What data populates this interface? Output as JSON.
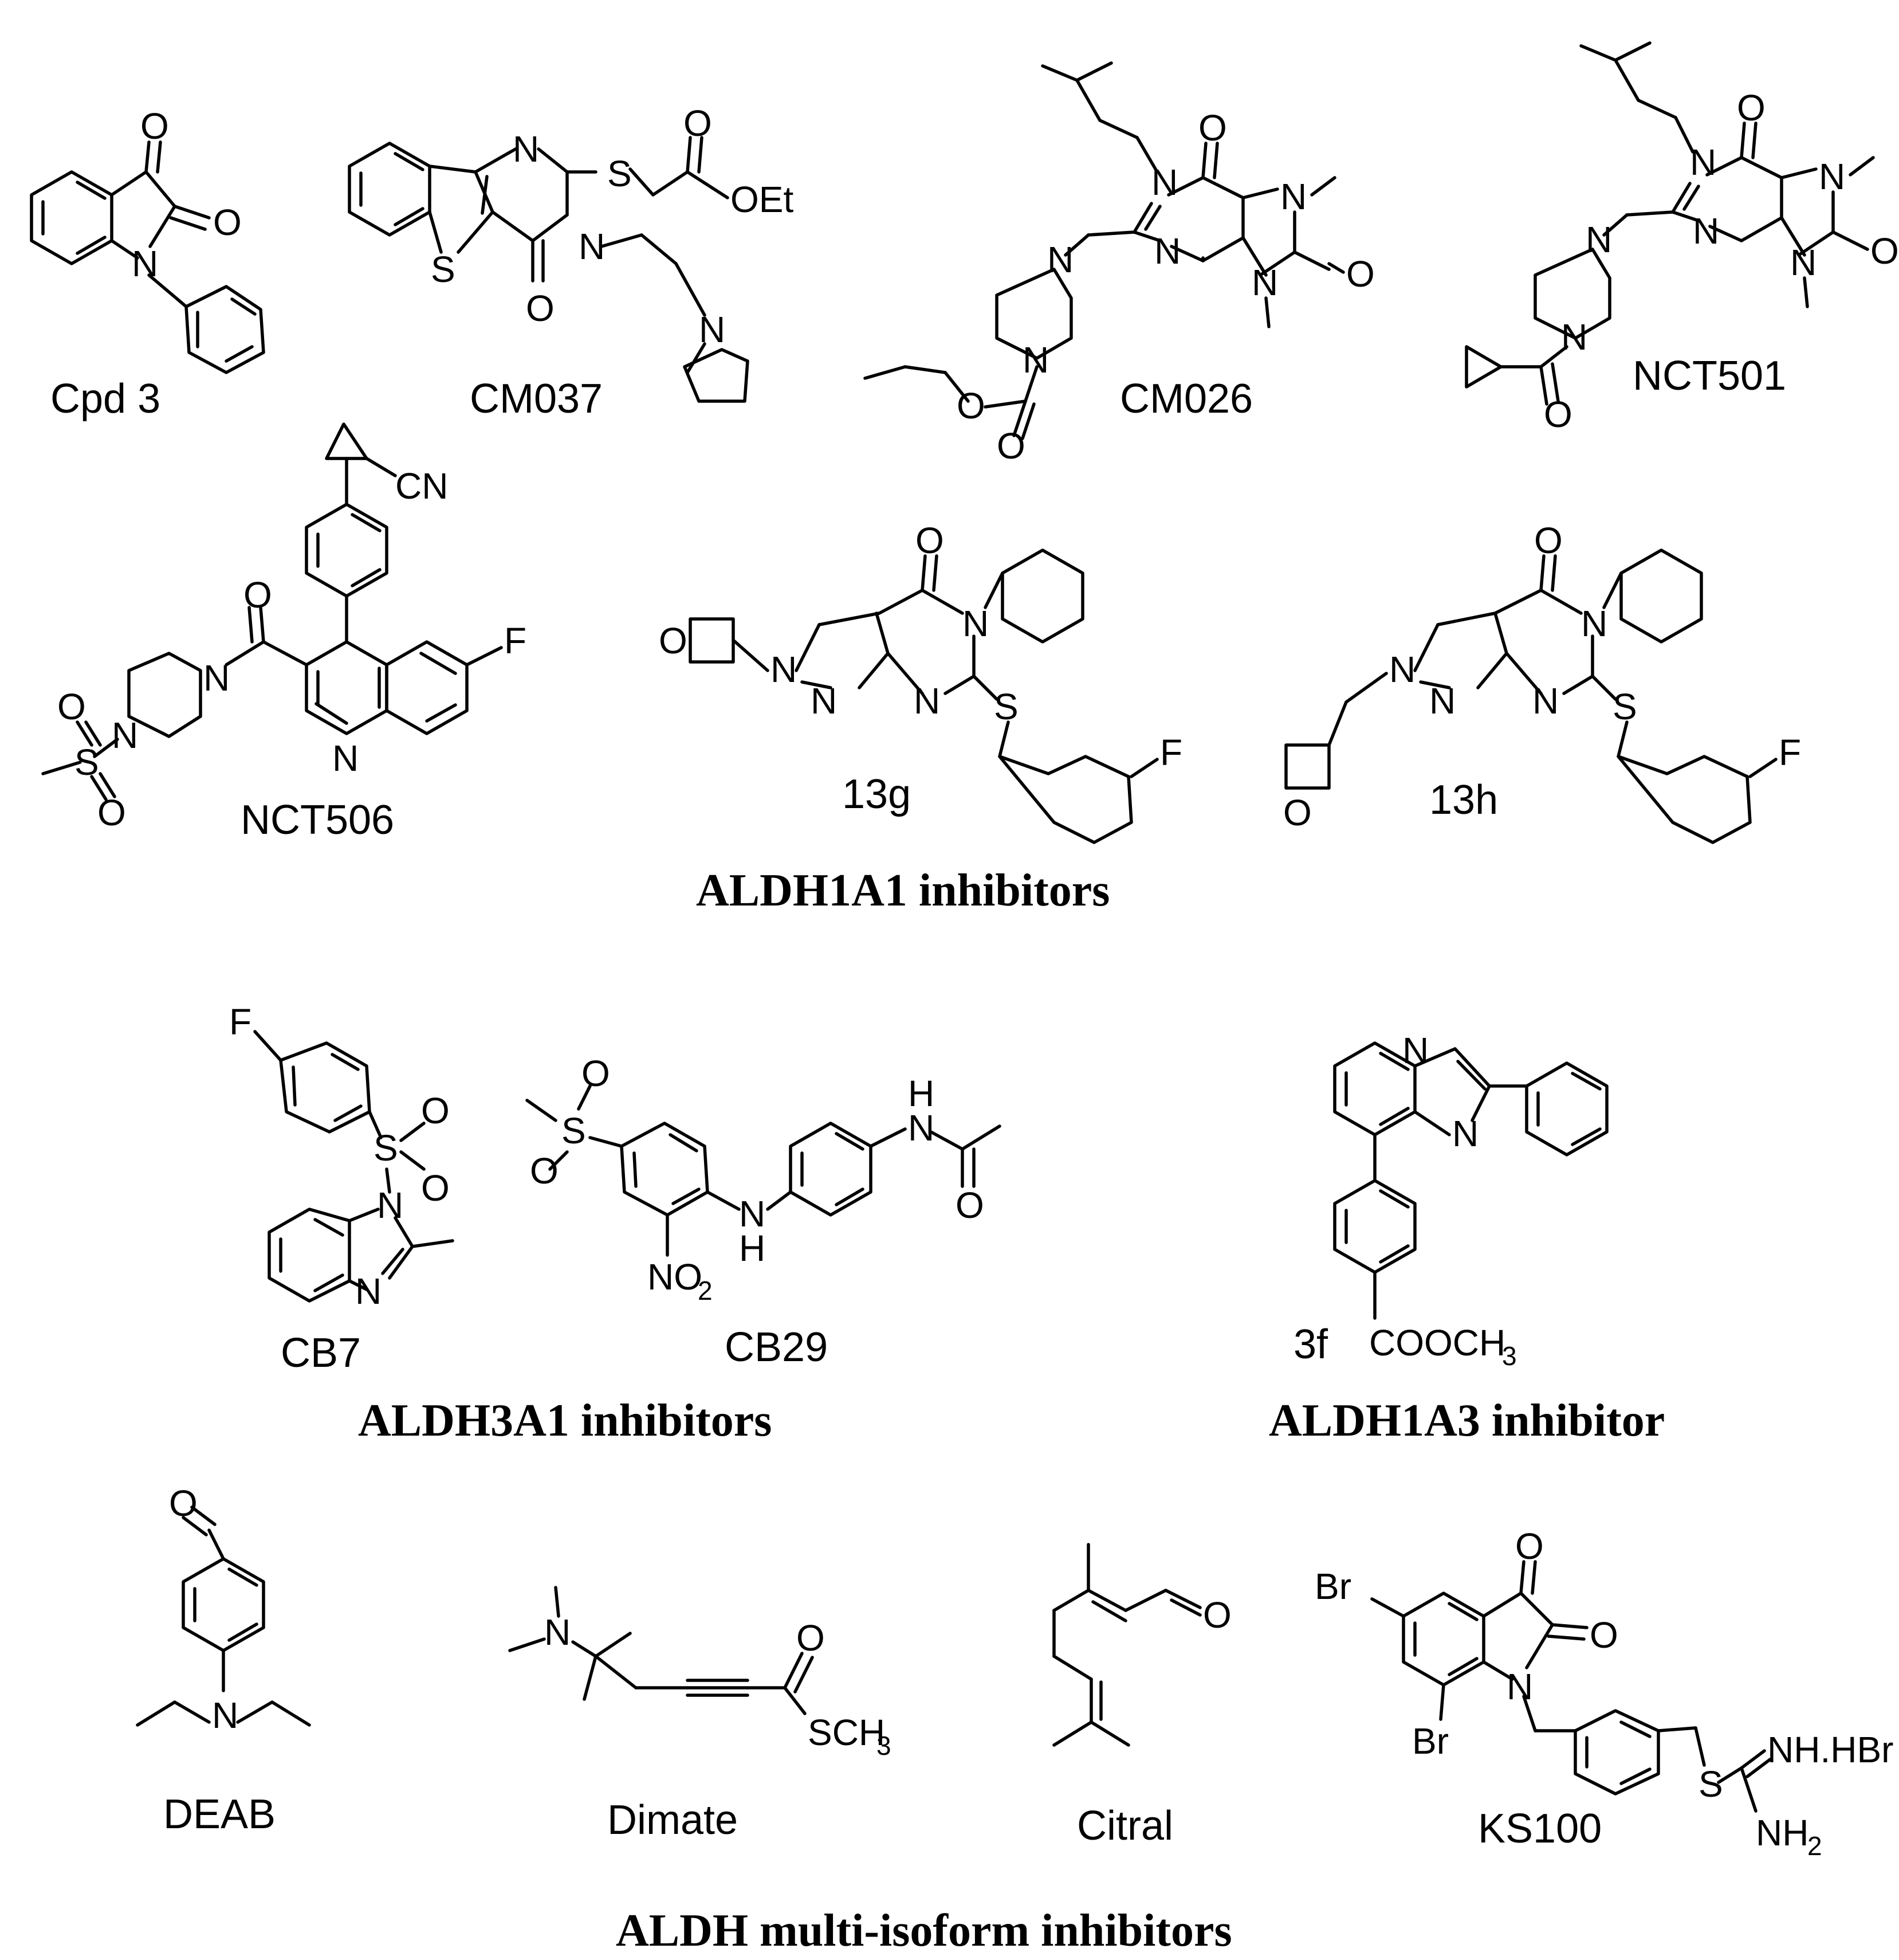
{
  "figure": {
    "sections": {
      "aldh1a1": "ALDH1A1 inhibitors",
      "aldh3a1": "ALDH3A1 inhibitors",
      "aldh1a3": "ALDH1A3 inhibitor",
      "multi": "ALDH multi-isoform inhibitors"
    },
    "compounds": {
      "cpd3": "Cpd 3",
      "cm037": "CM037",
      "cm026": "CM026",
      "nct501": "NCT501",
      "nct506": "NCT506",
      "c13g": "13g",
      "c13h": "13h",
      "cb7": "CB7",
      "cb29": "CB29",
      "c3f": "3f",
      "deab": "DEAB",
      "dimate": "Dimate",
      "citral": "Citral",
      "ks100": "KS100"
    },
    "atoms": {
      "O": "O",
      "N": "N",
      "S": "S",
      "F": "F",
      "Br": "Br",
      "H": "H",
      "OEt": "OEt",
      "CN": "CN",
      "NO": "NO",
      "two": "2",
      "three": "3",
      "COOCH": "COOCH",
      "SCH": "SCH",
      "NHHBr": "NH.HBr",
      "NH": "NH"
    }
  }
}
